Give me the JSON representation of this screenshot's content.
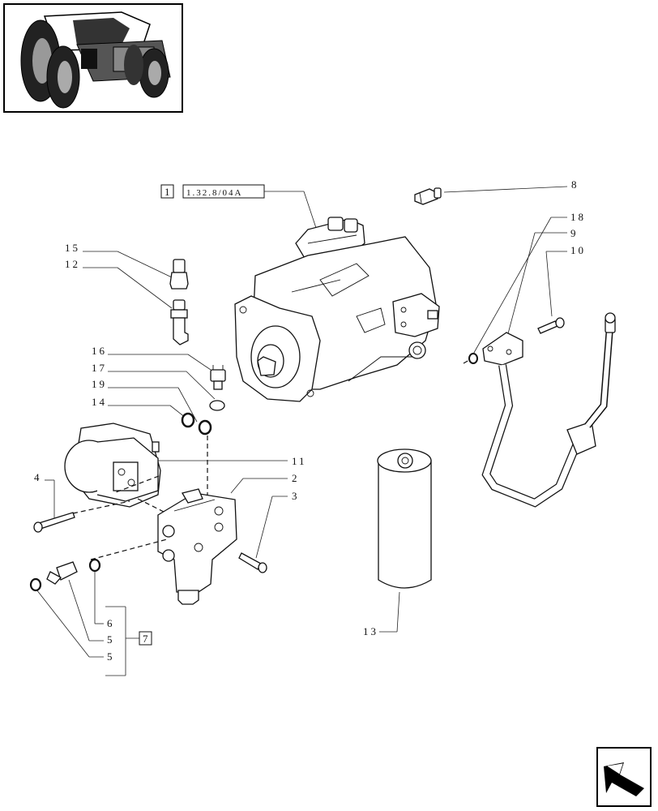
{
  "ref_boxes": {
    "ref_1": "1",
    "ref_2": "1.32.8/04A",
    "ref_7": "7"
  },
  "callouts": {
    "c8": "8",
    "c18": "18",
    "c9": "9",
    "c10": "10",
    "c15": "15",
    "c12": "12",
    "c16": "16",
    "c17": "17",
    "c19": "19",
    "c14": "14",
    "c4": "4",
    "c11": "11",
    "c2": "2",
    "c3": "3",
    "c6": "6",
    "c5a": "5",
    "c5b": "5",
    "c13": "13"
  },
  "icons": {
    "thumbnail": "tractor-thumbnail-icon",
    "nav": "next-page-arrow-icon"
  }
}
